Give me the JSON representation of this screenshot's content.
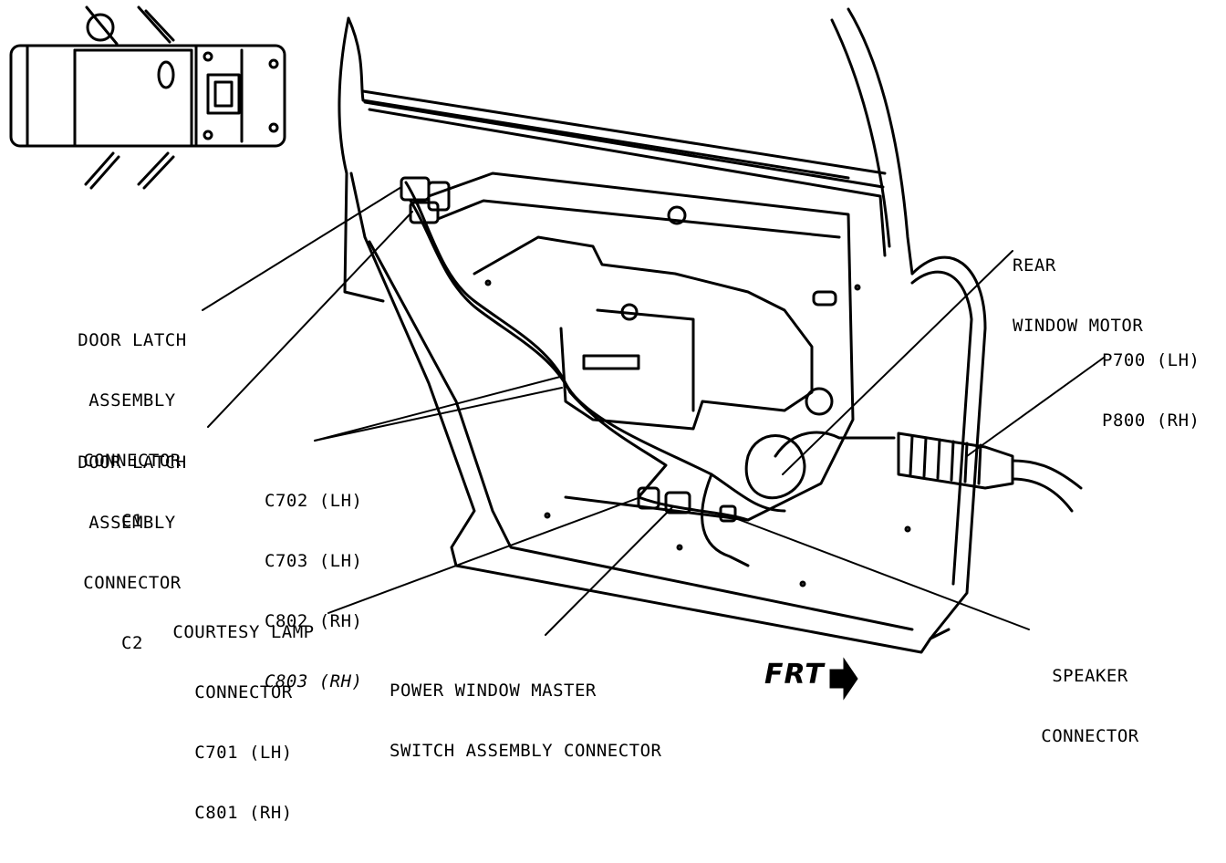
{
  "labels": {
    "door_latch_c1": [
      "DOOR LATCH",
      "ASSEMBLY",
      "CONNECTOR",
      "C1"
    ],
    "door_latch_c2": [
      "DOOR LATCH",
      "ASSEMBLY",
      "CONNECTOR",
      "C2"
    ],
    "c7_connectors": [
      "C702 (LH)",
      "C703 (LH)",
      "C802 (RH)",
      "C803 (RH)"
    ],
    "courtesy_lamp": [
      "COURTESY LAMP",
      "CONNECTOR",
      "C701 (LH)",
      "C801 (RH)"
    ],
    "power_window": [
      "POWER WINDOW MASTER",
      "SWITCH ASSEMBLY CONNECTOR"
    ],
    "speaker": [
      "SPEAKER",
      "CONNECTOR"
    ],
    "rear_window_motor": [
      "REAR",
      "WINDOW MOTOR"
    ],
    "p700_p800": [
      "P700 (LH)",
      "P800 (RH)"
    ],
    "front_indicator": "FRT"
  }
}
